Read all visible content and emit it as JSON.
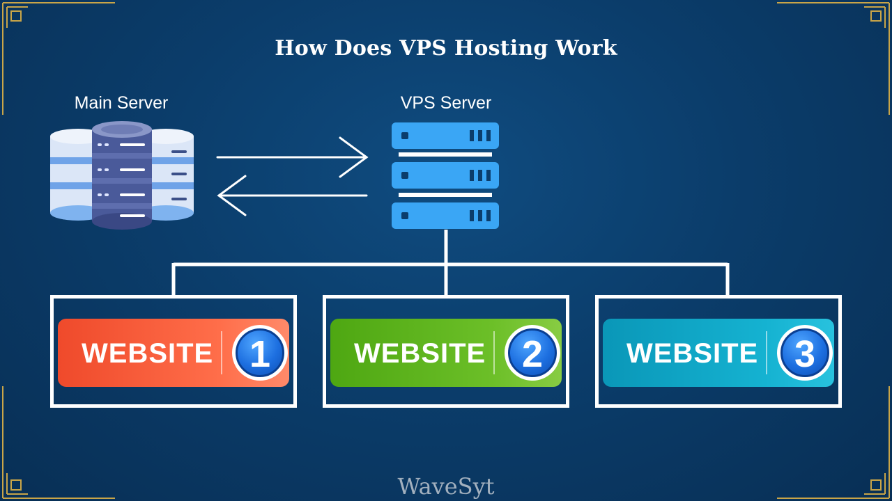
{
  "title": "How Does VPS Hosting Work",
  "nodes": {
    "main_server": {
      "label": "Main Server"
    },
    "vps_server": {
      "label": "VPS Server"
    }
  },
  "websites": [
    {
      "label": "WEBSITE",
      "number": "1",
      "color": "#ef4a2b"
    },
    {
      "label": "WEBSITE",
      "number": "2",
      "color": "#5fb31e"
    },
    {
      "label": "WEBSITE",
      "number": "3",
      "color": "#12a9c8"
    }
  ],
  "watermark": "WaveSyt",
  "colors": {
    "background": "#0b3d6b",
    "server_blue": "#3aa6f5",
    "badge_blue": "#1d6fe0",
    "frame_white": "#ffffff"
  },
  "icons": [
    "database-stack-icon",
    "server-rack-icon",
    "arrow-right-icon",
    "arrow-left-icon"
  ]
}
